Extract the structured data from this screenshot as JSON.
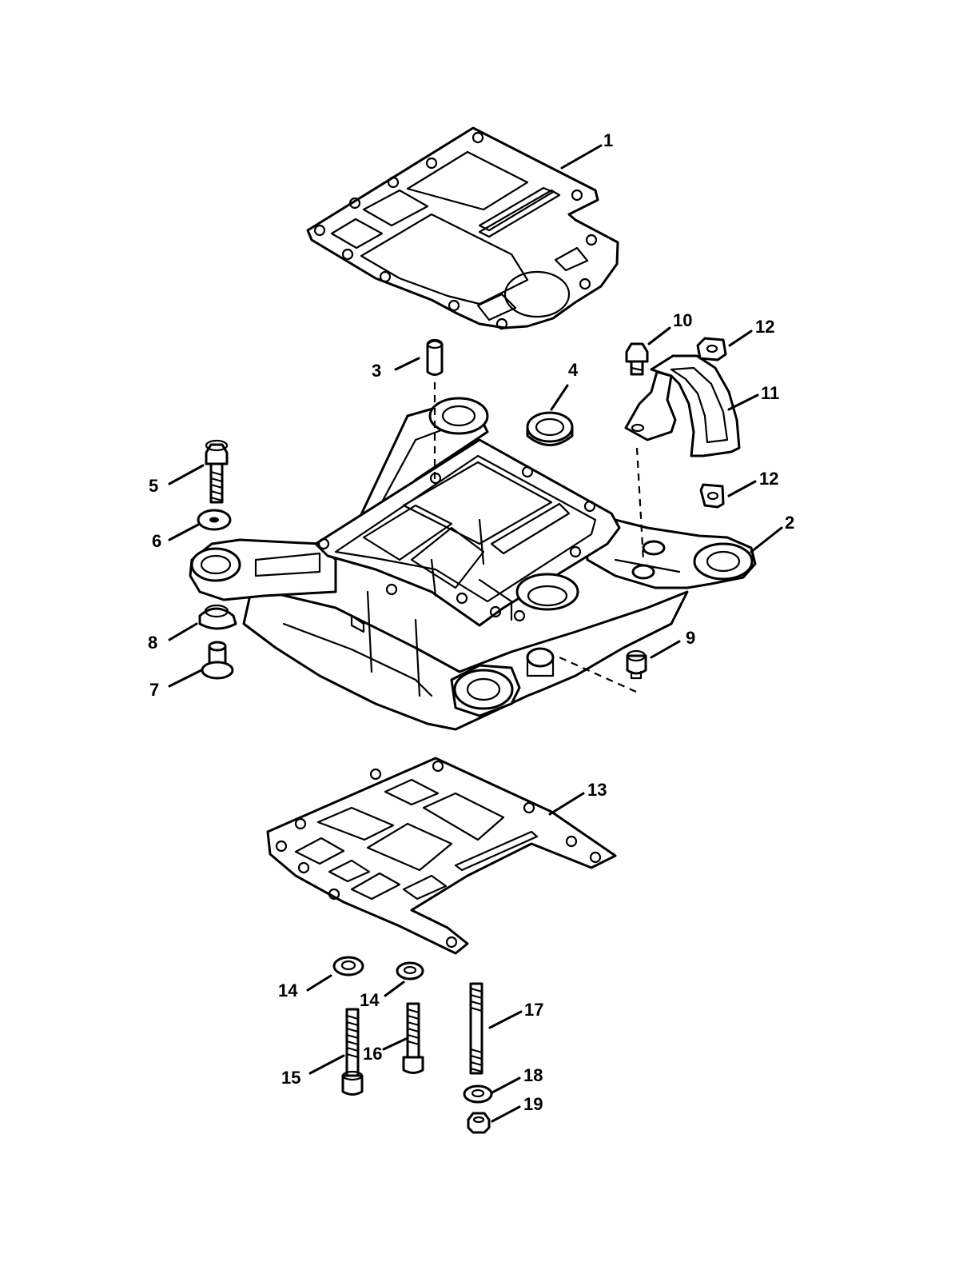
{
  "callouts": {
    "c1": "1",
    "c2": "2",
    "c3": "3",
    "c4": "4",
    "c5": "5",
    "c6": "6",
    "c7": "7",
    "c8": "8",
    "c9": "9",
    "c10": "10",
    "c11": "11",
    "c12a": "12",
    "c12b": "12",
    "c13": "13",
    "c14a": "14",
    "c14b": "14",
    "c15": "15",
    "c16": "16",
    "c17": "17",
    "c18": "18",
    "c19": "19"
  }
}
